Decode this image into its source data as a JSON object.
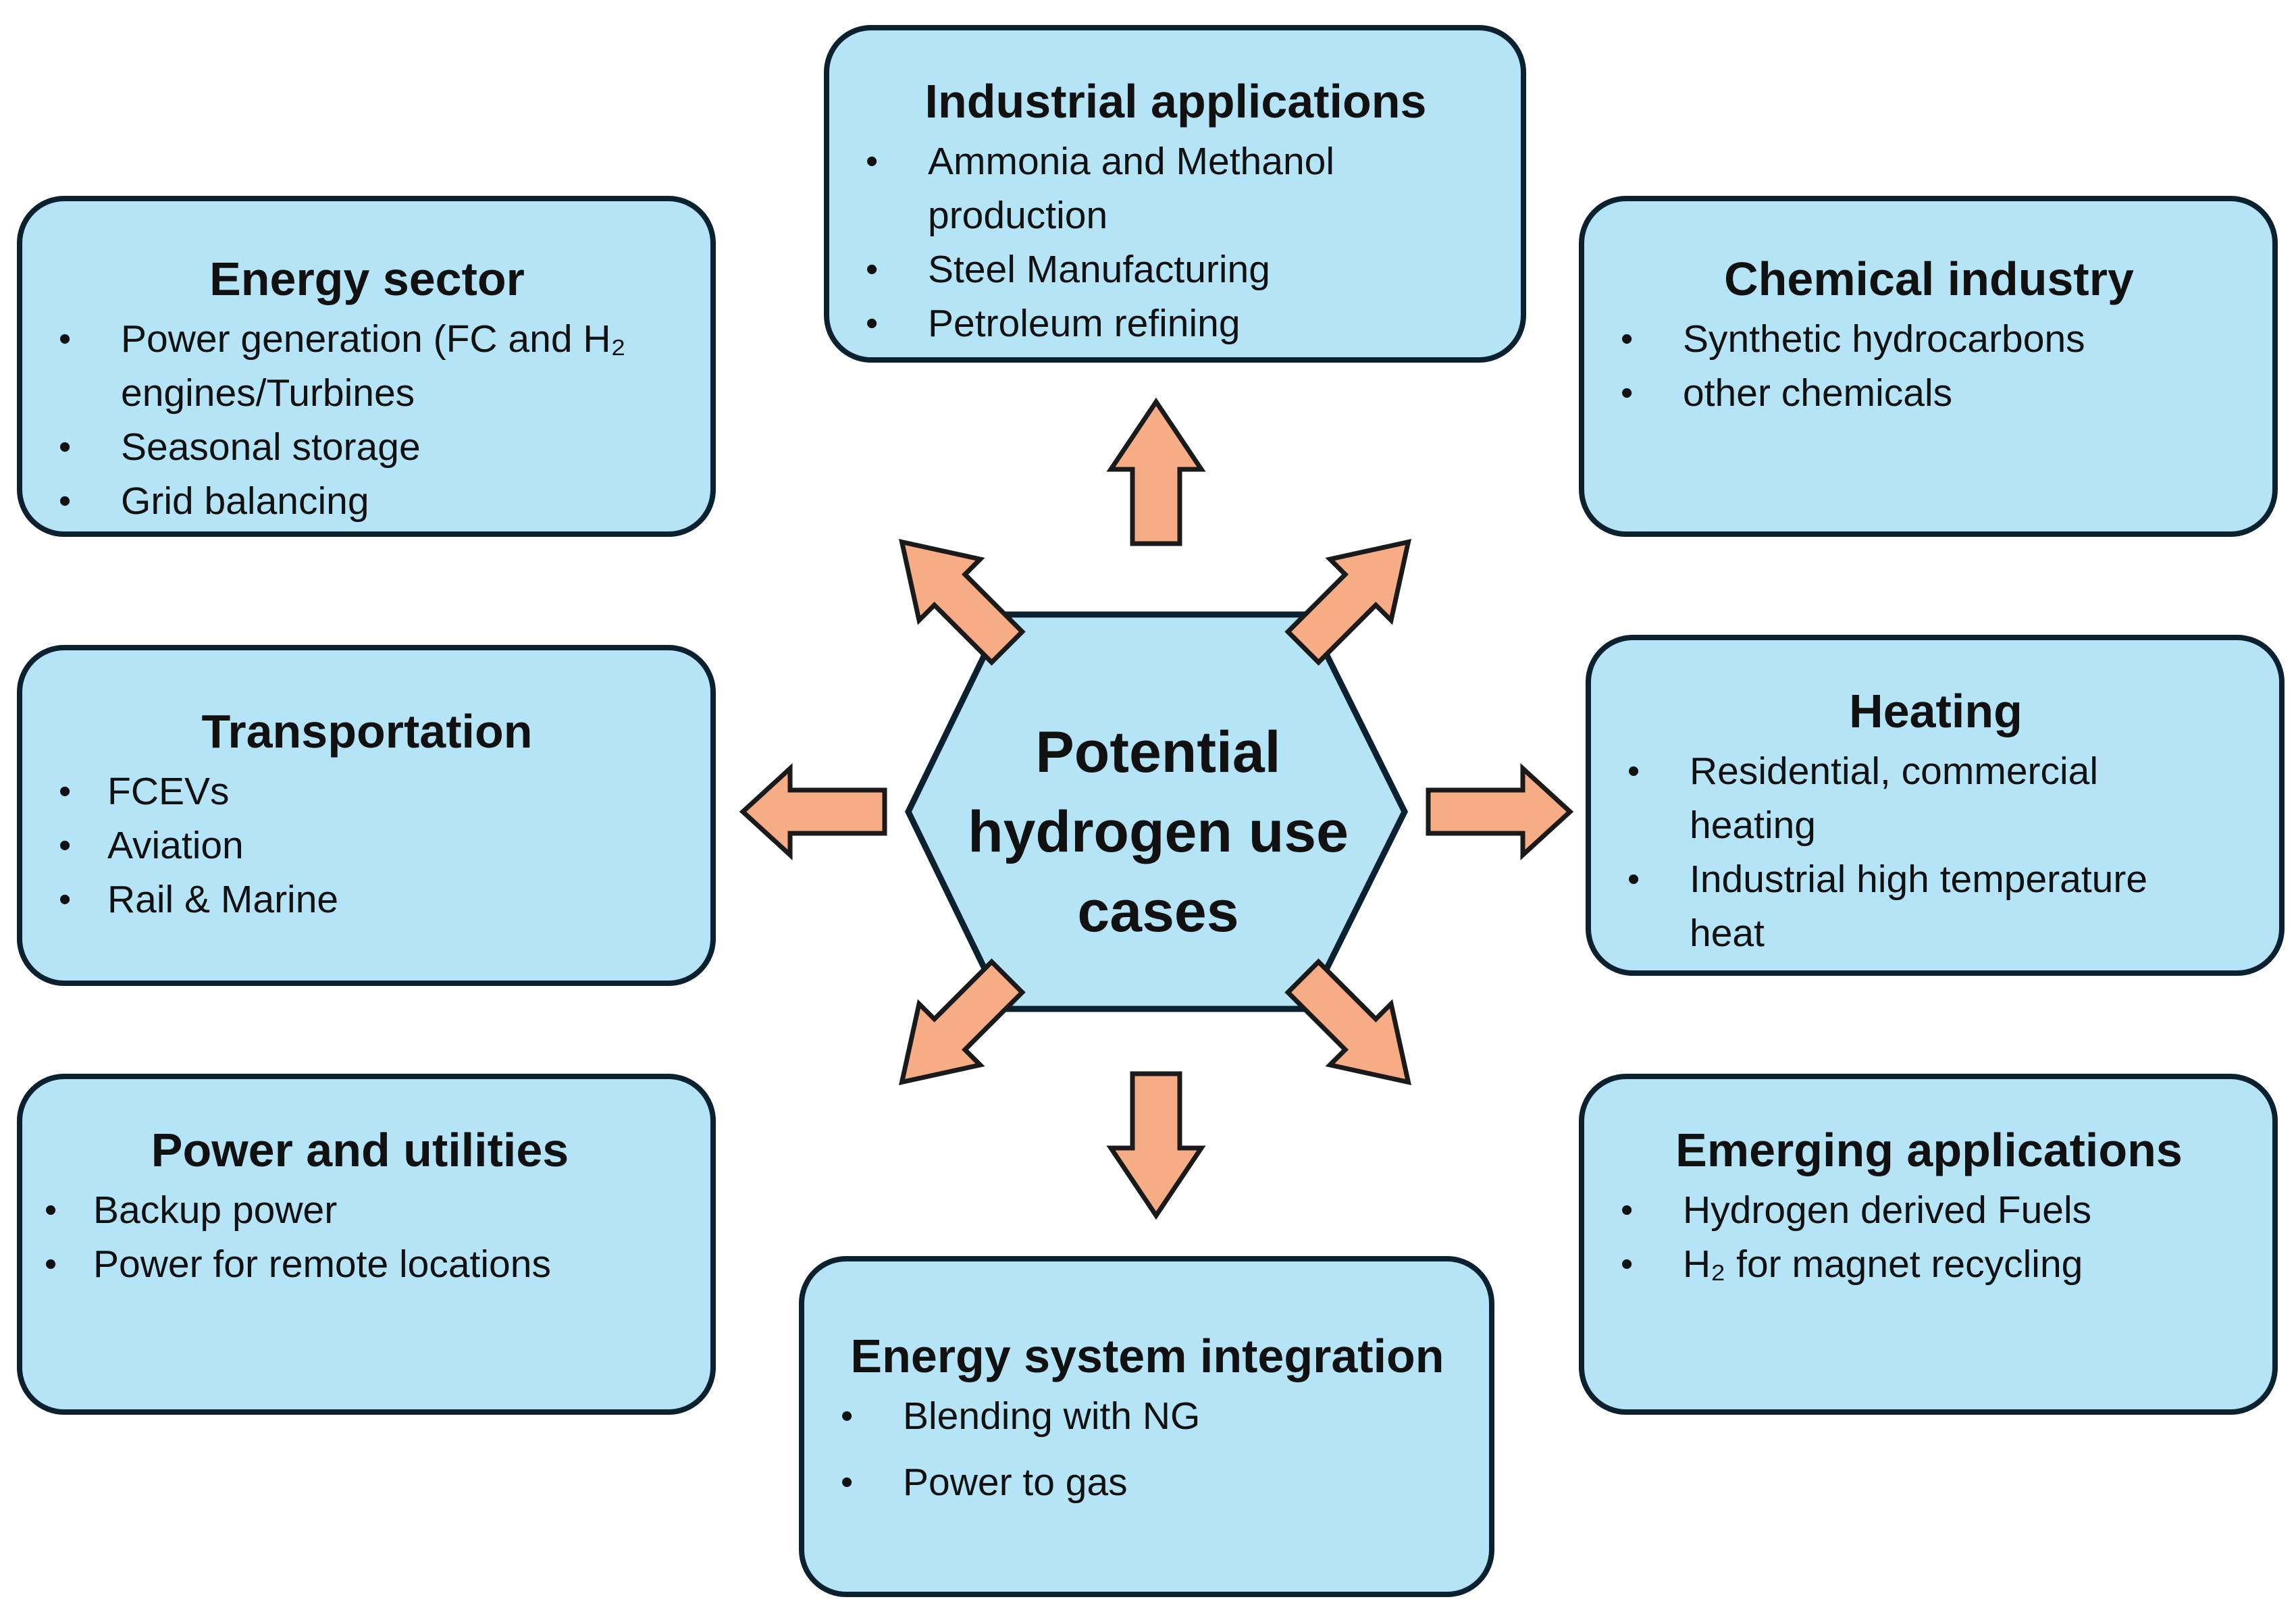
{
  "center": {
    "title": "Potential hydrogen use cases"
  },
  "boxes": {
    "industrial": {
      "title": "Industrial applications",
      "items": [
        "Ammonia and Methanol production",
        "Steel Manufacturing",
        "Petroleum refining"
      ]
    },
    "energy_sector": {
      "title": "Energy sector",
      "items": [
        "Power generation (FC and H₂ engines/Turbines",
        "Seasonal storage",
        "Grid balancing"
      ]
    },
    "chemical": {
      "title": "Chemical industry",
      "items": [
        "Synthetic hydrocarbons",
        "other chemicals"
      ]
    },
    "transportation": {
      "title": "Transportation",
      "items": [
        "FCEVs",
        "Aviation",
        "Rail & Marine"
      ]
    },
    "heating": {
      "title": "Heating",
      "items": [
        "Residential, commercial heating",
        "Industrial high temperature heat"
      ]
    },
    "power_utilities": {
      "title": "Power and utilities",
      "items": [
        "Backup power",
        "Power for remote locations"
      ]
    },
    "emerging": {
      "title": "Emerging applications",
      "items": [
        "Hydrogen derived Fuels",
        "H₂ for magnet recycling"
      ]
    },
    "energy_system": {
      "title": "Energy system integration",
      "items": [
        "Blending with NG",
        "Power to gas"
      ]
    }
  },
  "colors": {
    "box_fill": "#b4e4f5",
    "box_border": "#0c2130",
    "arrow_fill": "#f6ad86",
    "arrow_border": "#1a1a1a"
  }
}
